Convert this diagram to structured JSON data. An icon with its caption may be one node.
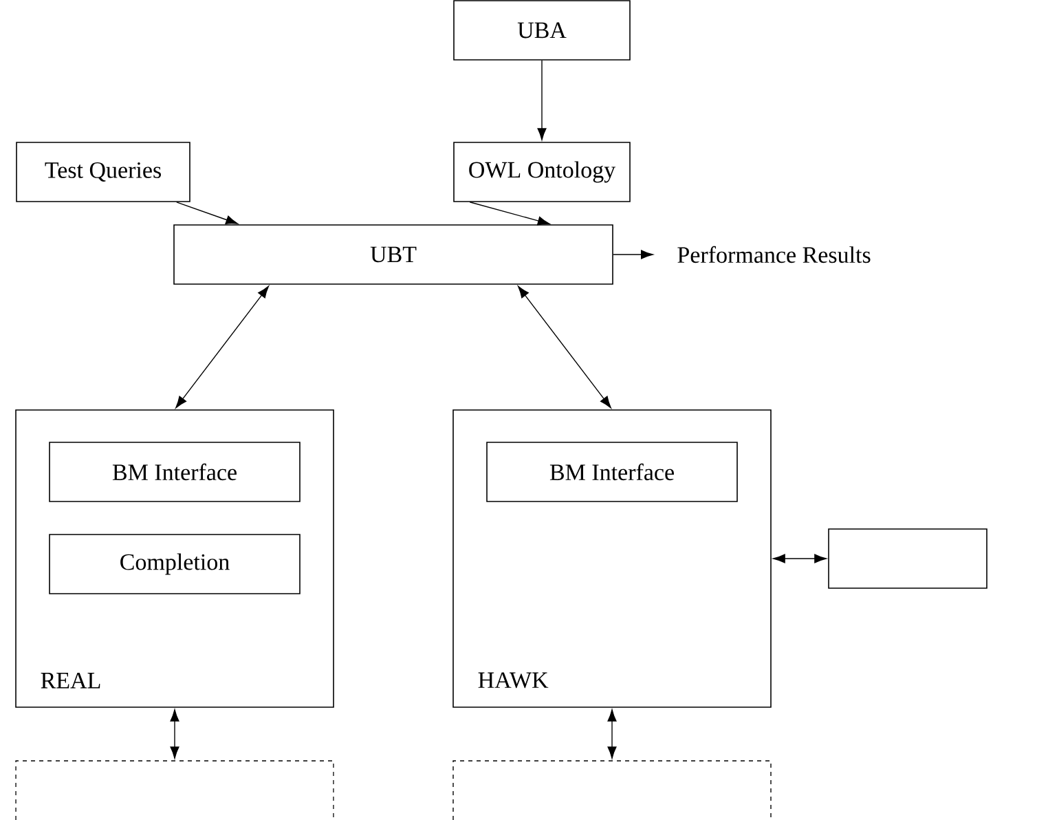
{
  "diagram": {
    "nodes": [
      {
        "text": [
          "UBA"
        ]
      },
      {
        "text": [
          "Test Queries"
        ]
      },
      {
        "text": [
          "OWL Ontology"
        ]
      },
      {
        "text": [
          "UBT"
        ]
      },
      {
        "text": [
          "Performance Results"
        ]
      },
      {
        "text": [
          "REAL"
        ]
      },
      {
        "text": [
          "BM Interface"
        ],
        "in": 5
      },
      {
        "text": [
          "Completion"
        ],
        "in": 5
      },
      {
        "text": [
          "HAWK"
        ]
      },
      {
        "text": [
          "BM Interface"
        ],
        "in": 8
      },
      {
        "text": [],
        "shape": "box"
      },
      {
        "text": [],
        "shape": "box"
      },
      {
        "text": [],
        "shape": "box"
      }
    ],
    "edges": [
      {
        "from": 0,
        "to": 2,
        "arrow": "to"
      },
      {
        "from": 1,
        "to": 3,
        "arrow": "to"
      },
      {
        "from": 2,
        "to": 3,
        "arrow": "to"
      },
      {
        "from": 3,
        "to": 4,
        "arrow": "to"
      },
      {
        "from": 3,
        "to": 5,
        "arrow": "both"
      },
      {
        "from": 3,
        "to": 8,
        "arrow": "both"
      },
      {
        "from": 8,
        "to": 10,
        "arrow": "both"
      },
      {
        "from": 5,
        "to": 11,
        "arrow": "both"
      },
      {
        "from": 8,
        "to": 12,
        "arrow": "both"
      }
    ]
  }
}
